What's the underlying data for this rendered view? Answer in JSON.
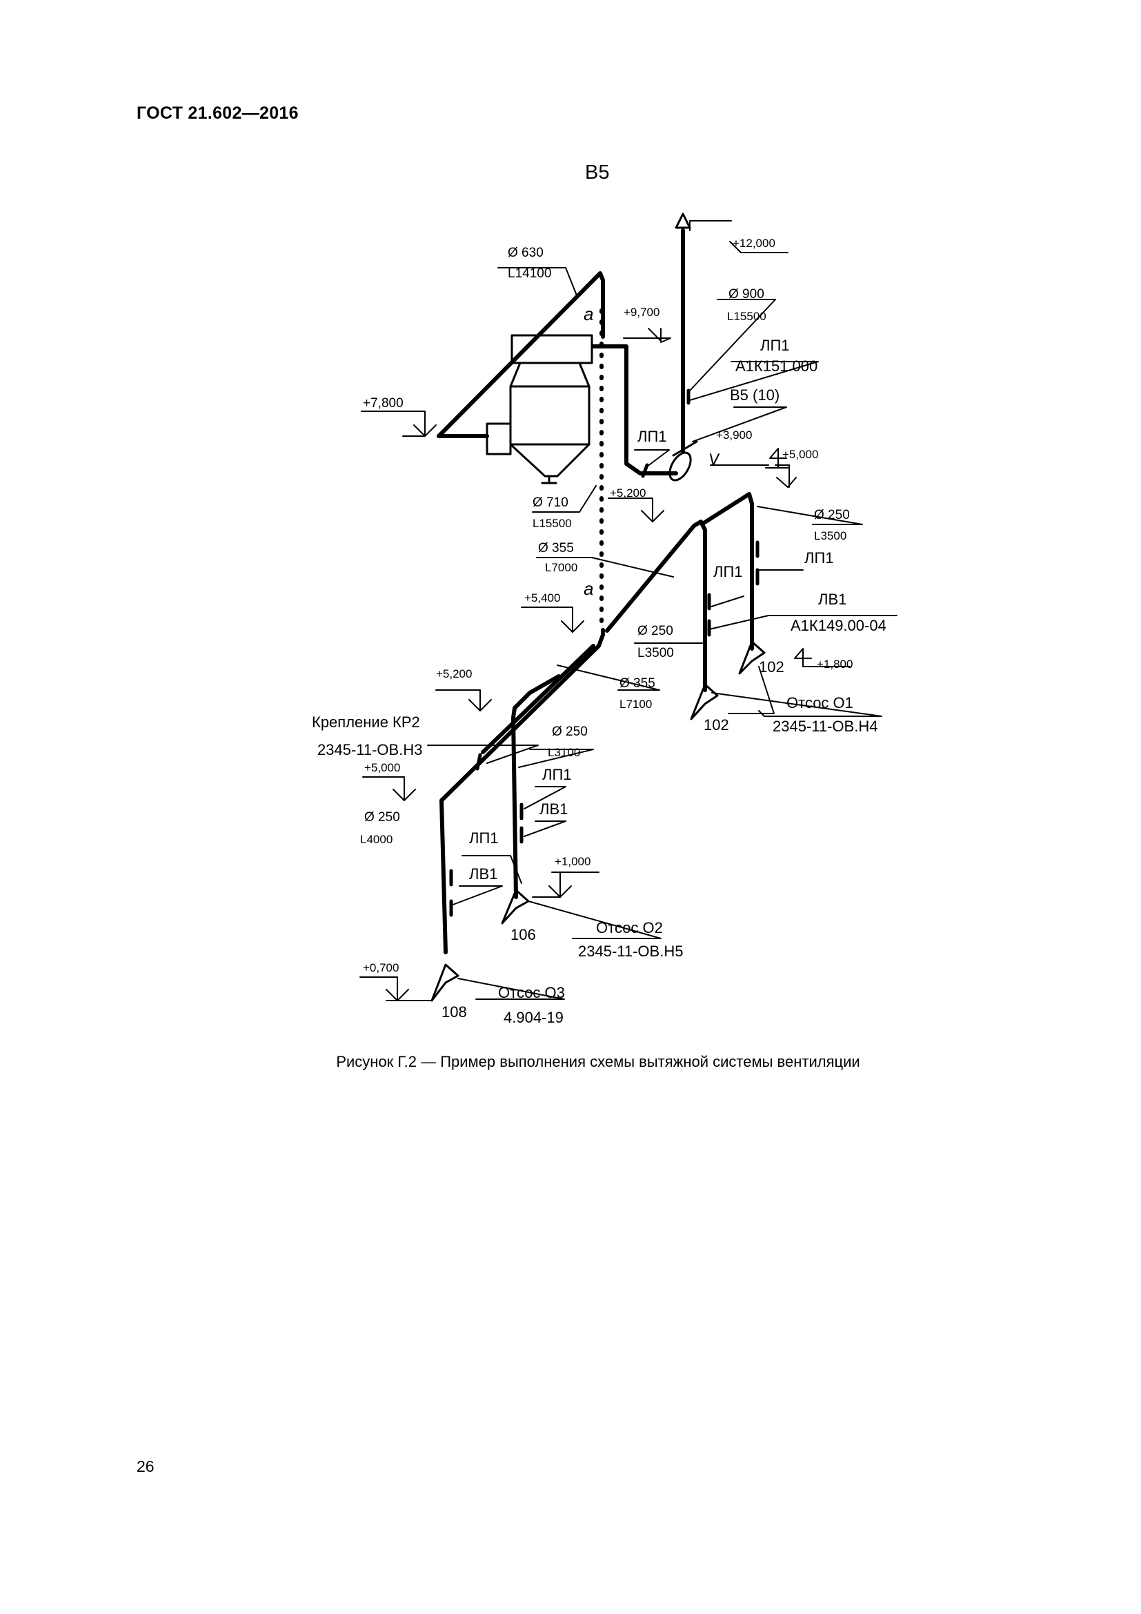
{
  "document": {
    "header": "ГОСТ 21.602—2016",
    "scheme_title": "В5",
    "caption": "Рисунок Г.2 — Пример выполнения схемы вытяжной системы вентиляции",
    "page_number": "26"
  },
  "diagram": {
    "labels": {
      "d630": "Ø 630",
      "l14100": "L14100",
      "d900": "Ø 900",
      "l15500a": "L15500",
      "lp1_a": "ЛП1",
      "a1k151": "А1К151.000",
      "b5_10": "В5 (10)",
      "lp1_b": "ЛП1",
      "d710": "Ø 710",
      "l15500b": "L15500",
      "d355a": "Ø 355",
      "l7000": "L7000",
      "d250a": "Ø 250",
      "l3500a": "L3500",
      "lp1_c": "ЛП1",
      "lp1_d": "ЛП1",
      "lv1_a": "ЛВ1",
      "a1k149": "А1К149.00-04",
      "d250b": "Ø 250",
      "l3500b": "L3500",
      "d355b": "Ø 355",
      "l7100": "L7100",
      "num102a": "102",
      "num102b": "102",
      "otsos1": "Отсос О1",
      "ov_h4": "2345-11-ОВ.Н4",
      "kreplenie": "Крепление КР2",
      "ov_h3": "2345-11-ОВ.Н3",
      "d250c": "Ø 250",
      "l3100": "L3100",
      "lp1_e": "ЛП1",
      "lv1_b": "ЛВ1",
      "d250d": "Ø 250",
      "l4000": "L4000",
      "lp1_f": "ЛП1",
      "lv1_c": "ЛВ1",
      "num106": "106",
      "otsos2": "Отсос О2",
      "ov_h5": "2345-11-ОВ.Н5",
      "num108": "108",
      "otsos3": "Отсос О3",
      "ref4904": "4.904-19",
      "a_top": "а",
      "a_bottom": "а"
    },
    "levels": {
      "l12000": "+12,000",
      "l9700": "+9,700",
      "l7800": "+7,800",
      "l3900": "+3,900",
      "l5000a": "+5,000",
      "l5200a": "+5,200",
      "l5400": "+5,400",
      "l1800": "+1,800",
      "l5200b": "+5,200",
      "l5000b": "+5,000",
      "l1000": "+1,000",
      "l0700": "+0,700"
    }
  }
}
